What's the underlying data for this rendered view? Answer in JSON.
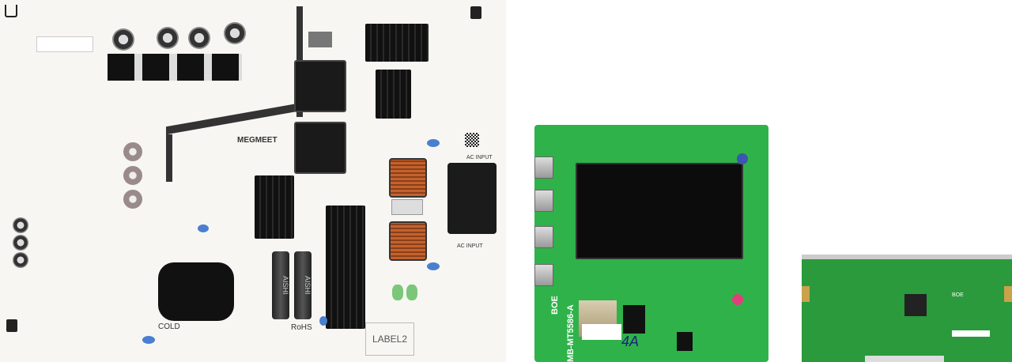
{
  "power_board": {
    "brand": "MEGMEET",
    "cold_label": "COLD",
    "rohs_label": "RoHS",
    "label_box": "LABEL2",
    "ac_input_top": "AC INPUT",
    "ac_input_bottom": "AC INPUT",
    "capacitor_brand": "AISHI"
  },
  "main_board": {
    "brand": "BOE",
    "model": "MB-MT5586-A",
    "handwritten": "4A",
    "pcb_color": "#2fb24a"
  },
  "tcon_board": {
    "brand": "BOE",
    "pcb_color": "#2a9a3c"
  }
}
